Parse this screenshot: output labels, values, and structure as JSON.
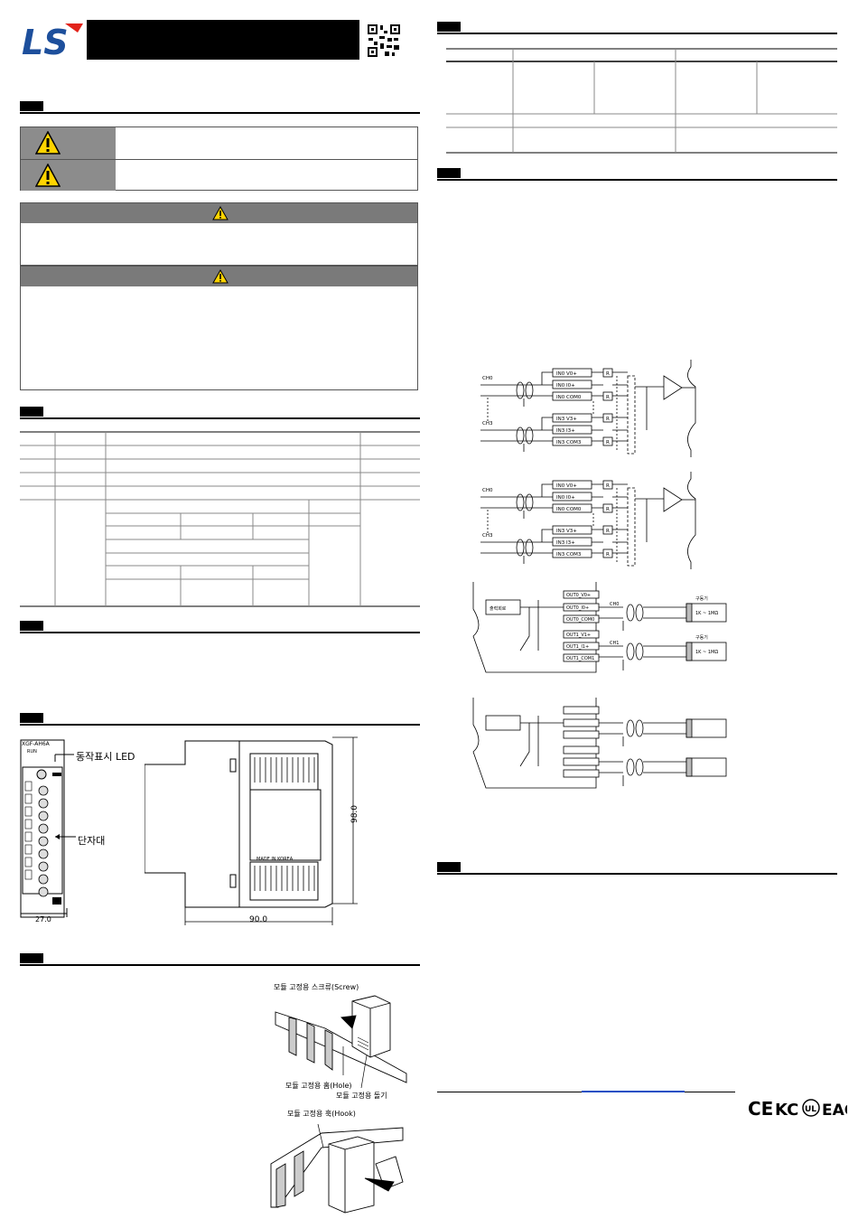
{
  "header": {
    "logo_text": "LS"
  },
  "product": {
    "model_label": "XGF-AH6A",
    "run_label": "RUN",
    "led_callout": "동작표시 LED",
    "terminal_callout": "단자대",
    "made_in": "MADE IN KOREA",
    "dim_width_front": "27.0",
    "dim_depth": "90.0",
    "dim_height": "98.0"
  },
  "install": {
    "screw_label": "모듈 고정용 스크류(Screw)",
    "hole_label": "모듈 고정용 홈(Hole)",
    "protrusion_label": "모듈 고정용 돌기",
    "hook_label": "모듈 고정용 훅(Hook)"
  },
  "wiring": {
    "input_diagram_1": {
      "ch_top": "CH0",
      "ch_bottom": "CH3",
      "pins_top": [
        "IN0 V0+",
        "IN0 I0+",
        "IN0 COM0"
      ],
      "pins_bottom": [
        "IN3 V3+",
        "IN3 I3+",
        "IN3 COM3"
      ],
      "resistor": "R"
    },
    "input_diagram_2": {
      "ch_top": "CH0",
      "ch_bottom": "CH3",
      "pins_top": [
        "IN0 V0+",
        "IN0 I0+",
        "IN0 COM0"
      ],
      "pins_bottom": [
        "IN3 V3+",
        "IN3 I3+",
        "IN3 COM3"
      ],
      "resistor": "R"
    },
    "output_diagram": {
      "circuit_label": "출력회로",
      "pins": [
        "OUT0_V0+",
        "OUT0_I0+",
        "OUT0_COM0",
        "OUT1_V1+",
        "OUT1_I1+",
        "OUT1_COM1"
      ],
      "ch_labels": [
        "CH0",
        "CH1"
      ],
      "load_title": "구동기",
      "load_range": "1K ~ 1MΩ"
    }
  },
  "certifications": [
    "CE",
    "KC",
    "UL",
    "EAC"
  ]
}
